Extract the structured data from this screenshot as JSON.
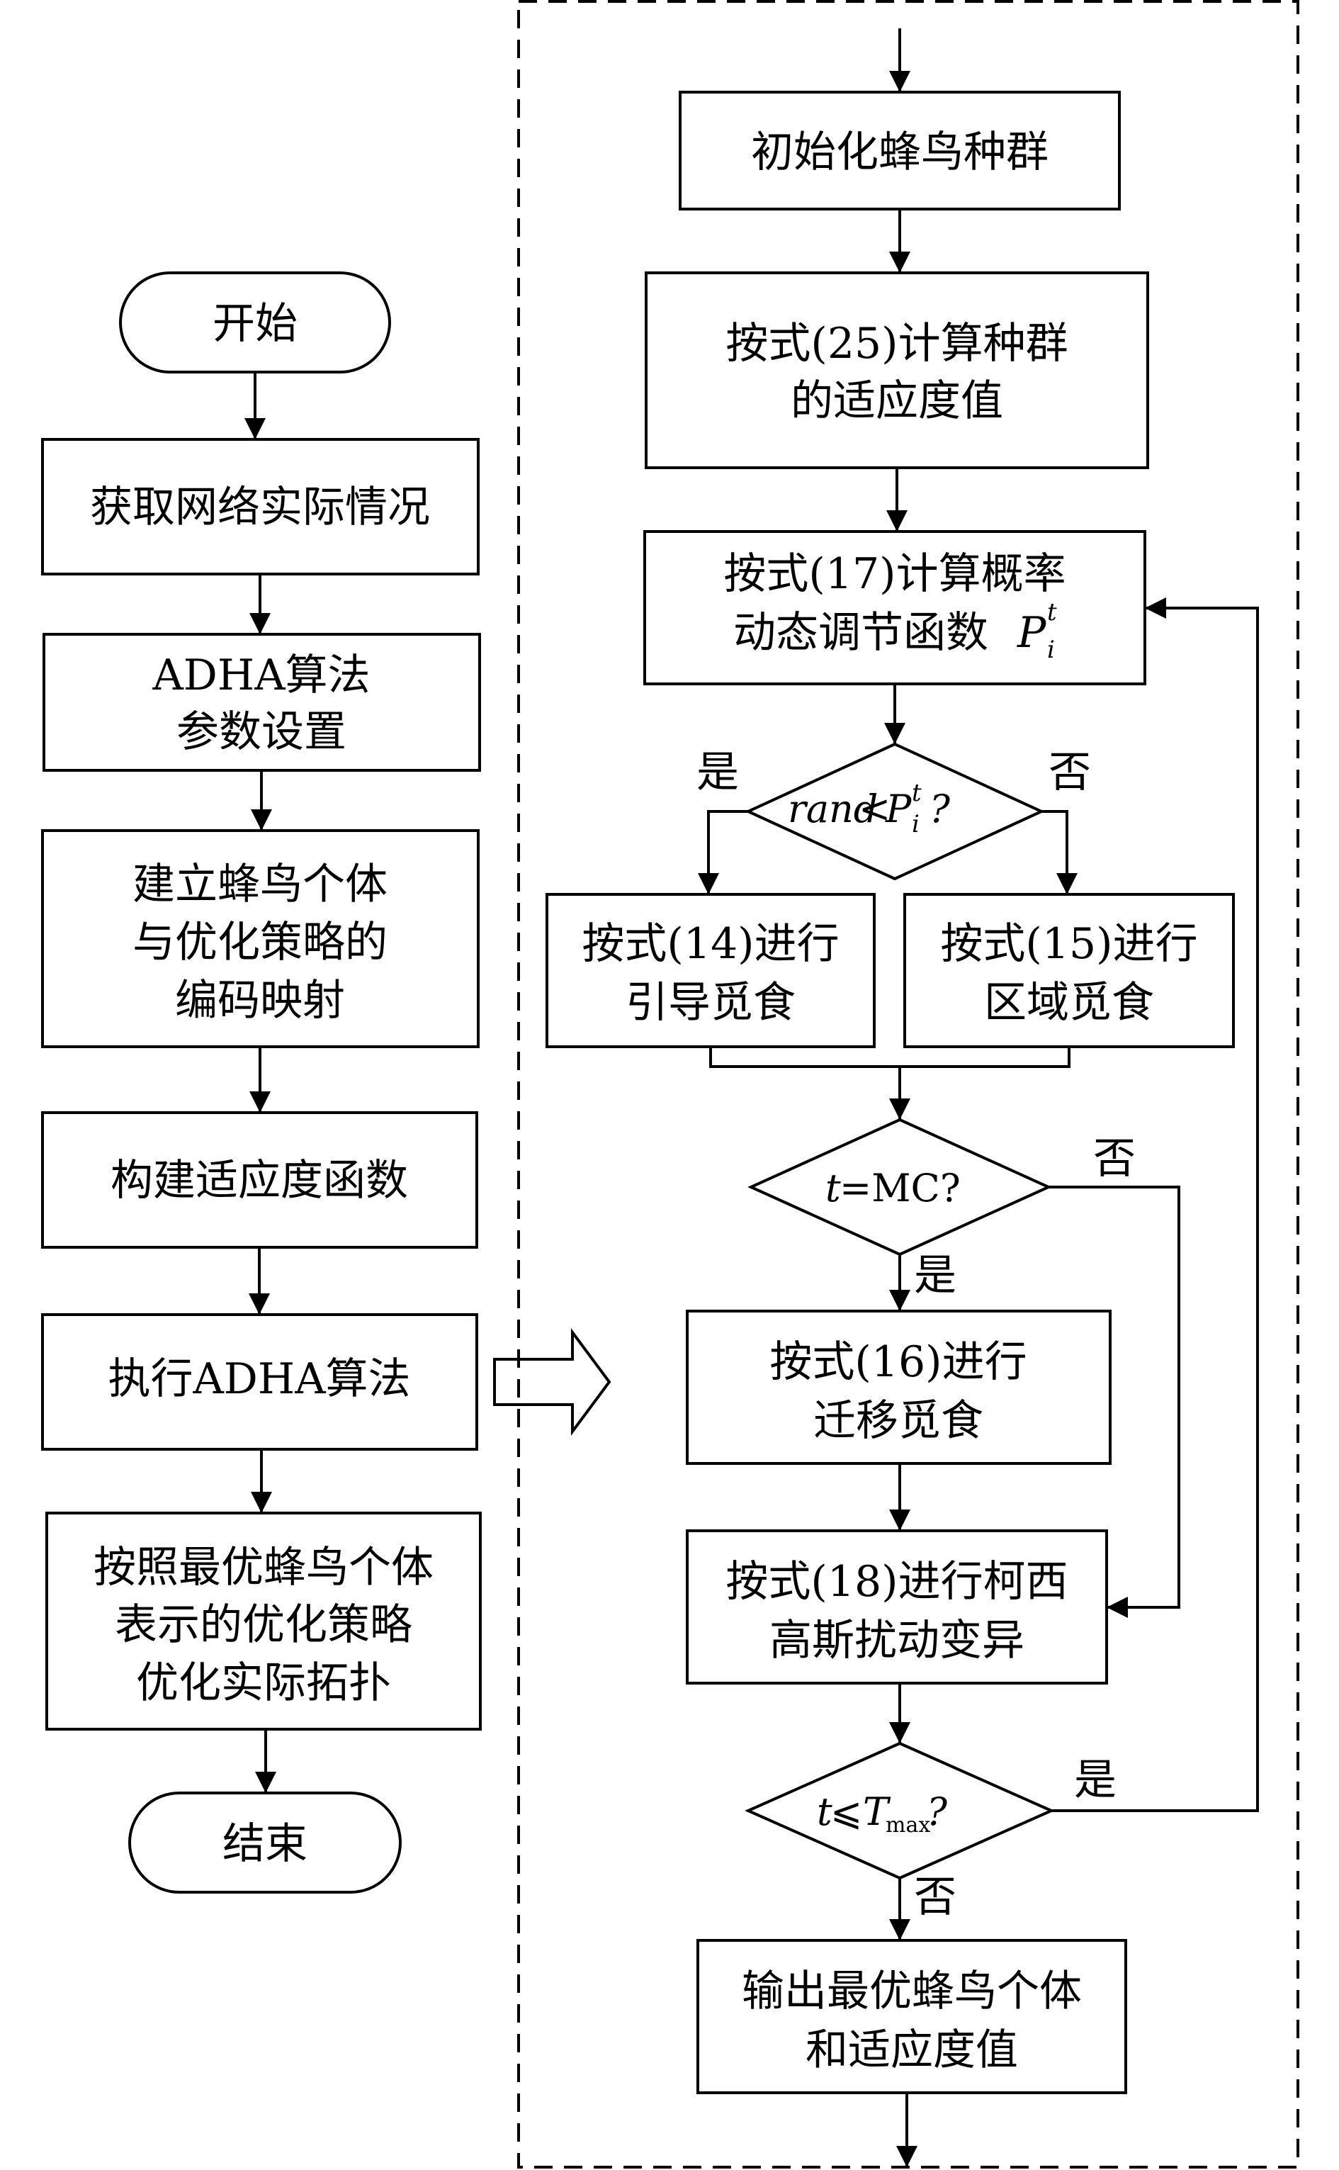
{
  "left": {
    "start": "开始",
    "step1": "获取网络实际情况",
    "step2": [
      "ADHA算法",
      "参数设置"
    ],
    "step3": [
      "建立蜂鸟个体",
      "与优化策略的",
      "编码映射"
    ],
    "step4": "构建适应度函数",
    "step5": "执行ADHA算法",
    "step6": [
      "按照最优蜂鸟个体",
      "表示的优化策略",
      "优化实际拓扑"
    ],
    "end": "结束"
  },
  "right": {
    "init": "初始化蜂鸟种群",
    "fitness": [
      "按式(25)计算种群",
      "的适应度值"
    ],
    "prob": [
      "按式(17)计算概率",
      "动态调节函数"
    ],
    "prob_var": "P",
    "prob_sup": "t",
    "prob_sub": "i",
    "cond1_var": "rand",
    "cond1_op": "<",
    "cond1_p": "P",
    "cond1_sup": "t",
    "cond1_sub": "i",
    "cond1_q": "?",
    "cond1_yes": "是",
    "cond1_no": "否",
    "guided": [
      "按式(14)进行",
      "引导觅食"
    ],
    "territorial": [
      "按式(15)进行",
      "区域觅食"
    ],
    "cond2_var": "t",
    "cond2_rest": "=MC?",
    "cond2_yes": "是",
    "cond2_no": "否",
    "migration": [
      "按式(16)进行",
      "迁移觅食"
    ],
    "mutation": [
      "按式(18)进行柯西",
      "高斯扰动变异"
    ],
    "cond3_var": "t",
    "cond3_op": "⩽",
    "cond3_T": "T",
    "cond3_sub": "max",
    "cond3_q": "?",
    "cond3_yes": "是",
    "cond3_no": "否",
    "output": [
      "输出最优蜂鸟个体",
      "和适应度值"
    ]
  }
}
